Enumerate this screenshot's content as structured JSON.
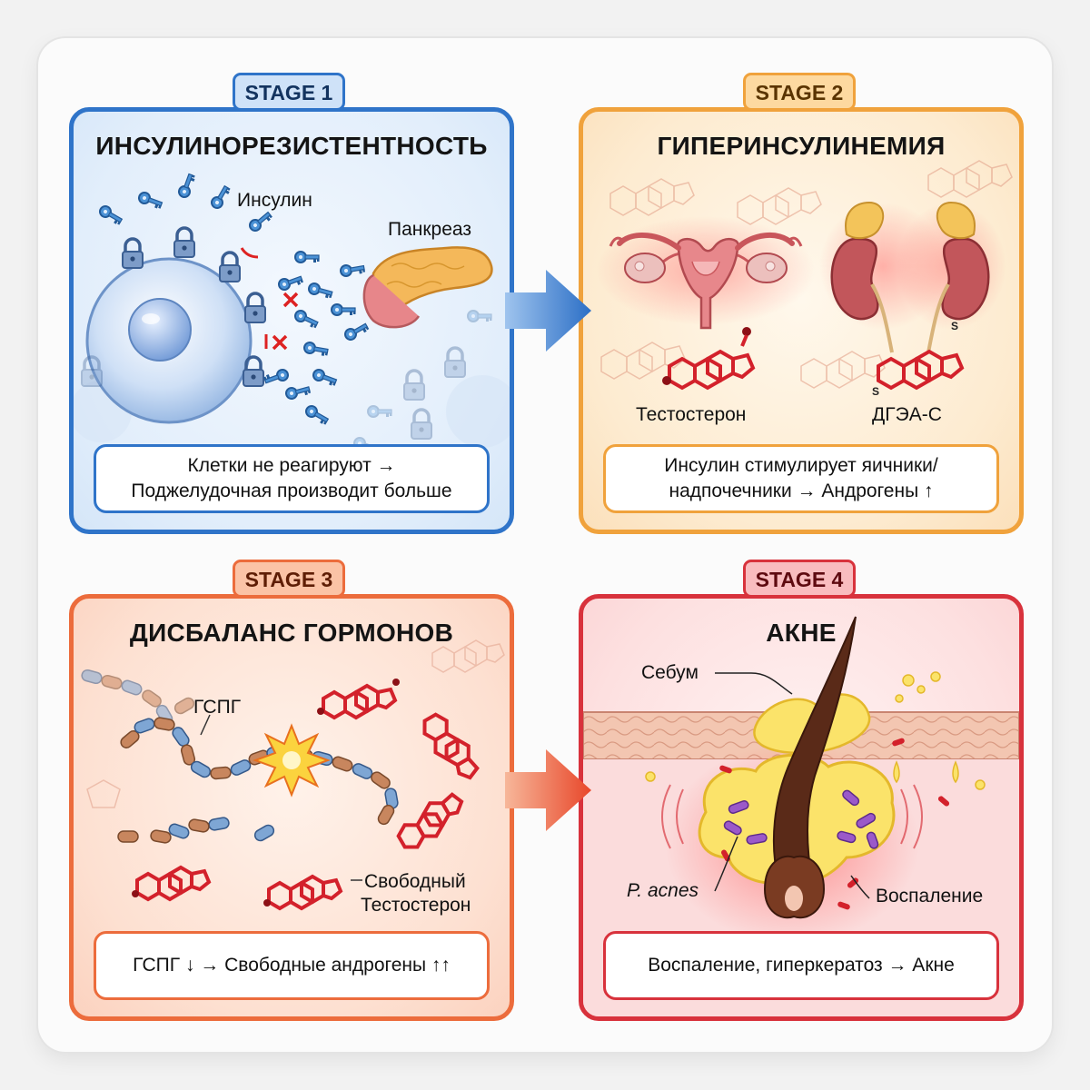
{
  "stages": [
    {
      "tag": "STAGE 1",
      "title": "ИНСУЛИНОРЕЗИСТЕНТНОСТЬ",
      "labels": {
        "insulin": "Инсулин",
        "pancreas": "Панкреаз"
      },
      "caption_line1": "Клетки не реагируют →",
      "caption_line2": "Поджелудочная производит больше"
    },
    {
      "tag": "STAGE 2",
      "title": "ГИПЕРИНСУЛИНЕМИЯ",
      "labels": {
        "testosterone": "Тестостерон",
        "dhea": "ДГЭА-С"
      },
      "caption_line1": "Инсулин стимулирует яичники/",
      "caption_line2": "надпочечники → Андрогены ↑"
    },
    {
      "tag": "STAGE 3",
      "title": "ДИСБАЛАНС ГОРМОНОВ",
      "labels": {
        "shbg": "ГСПГ",
        "free_line1": "Свободный",
        "free_line2": "Тестостерон"
      },
      "caption_line1": "ГСПГ ↓ → Свободные андрогены ↑↑"
    },
    {
      "tag": "STAGE 4",
      "title": "АКНЕ",
      "labels": {
        "sebum": "Себум",
        "pacnes": "P. acnes",
        "inflammation": "Воспаление"
      },
      "caption_line1": "Воспаление, гиперкератоз → Акне"
    }
  ],
  "colors": {
    "stage1": "#2f74c9",
    "stage2": "#f0a23c",
    "stage3": "#ec6c3c",
    "stage4": "#d8323c"
  },
  "icons": [
    "lock-icon",
    "key-icon",
    "cross-icon",
    "ovary-icon",
    "kidney-icon",
    "steroid-molecule-icon",
    "bacteria-icon",
    "hair-follicle-icon",
    "arrow-right-icon"
  ]
}
